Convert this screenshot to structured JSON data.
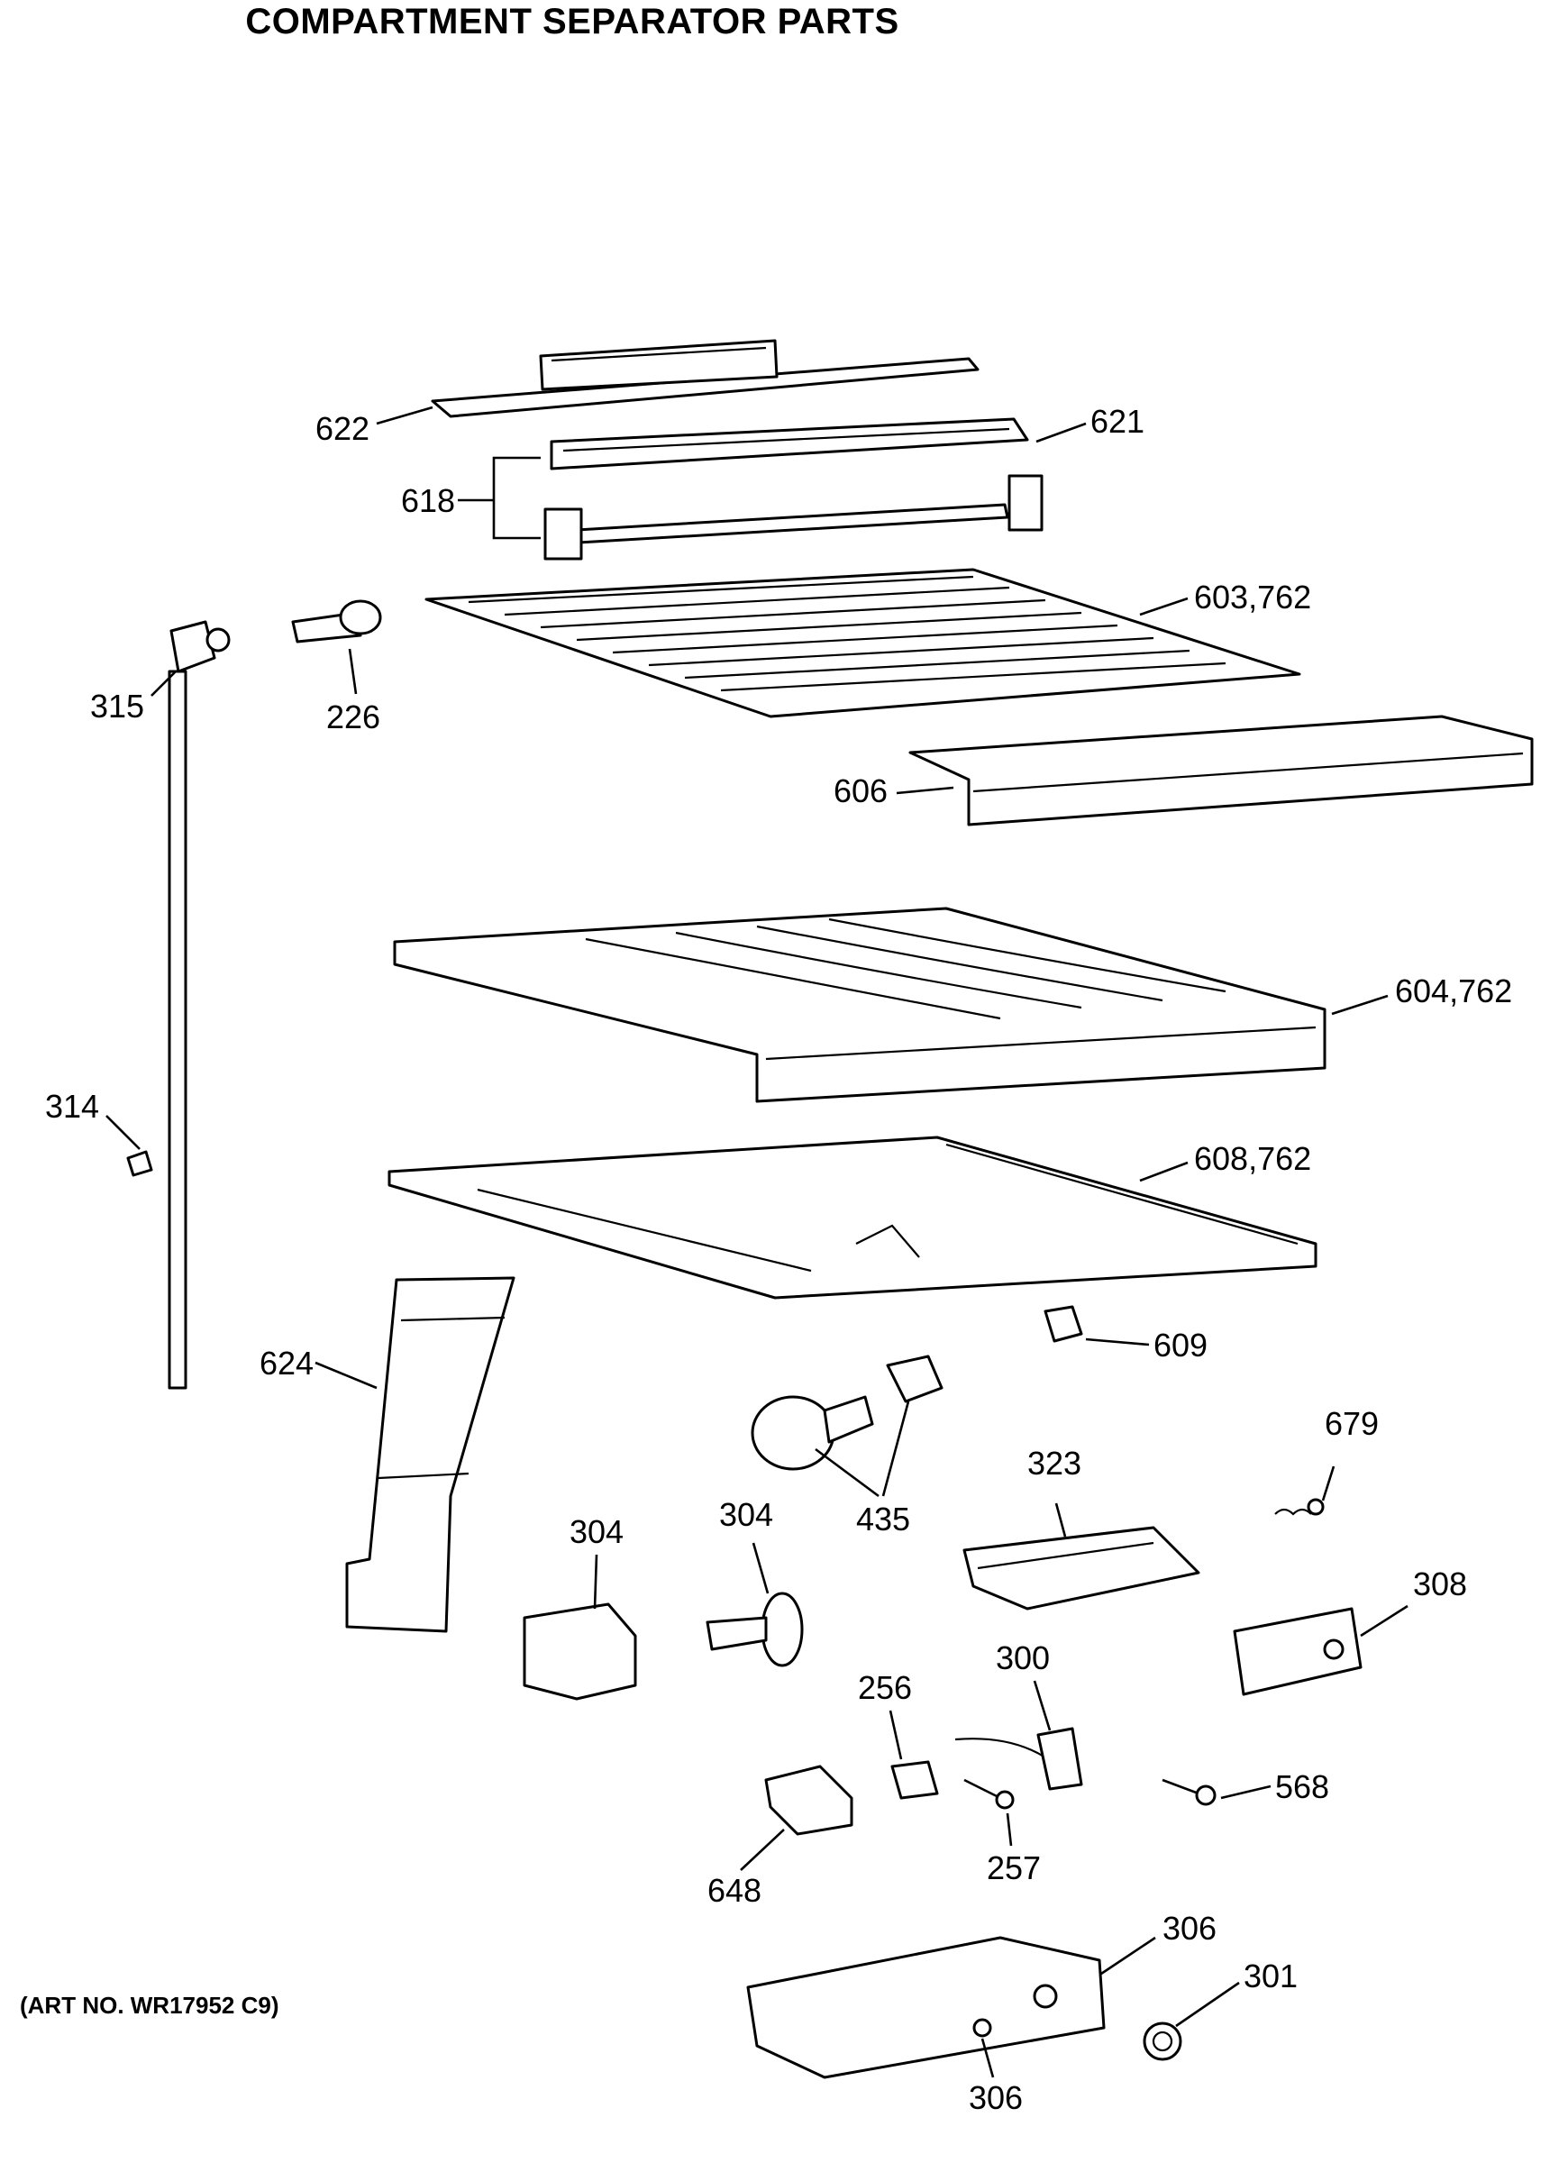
{
  "title": "COMPARTMENT SEPARATOR PARTS",
  "art_number": "(ART NO. WR17952 C9)",
  "callouts": [
    {
      "id": "c622",
      "text": "622"
    },
    {
      "id": "c621",
      "text": "621"
    },
    {
      "id": "c618",
      "text": "618"
    },
    {
      "id": "c603",
      "text": "603,762"
    },
    {
      "id": "c315",
      "text": "315"
    },
    {
      "id": "c226",
      "text": "226"
    },
    {
      "id": "c606",
      "text": "606"
    },
    {
      "id": "c604",
      "text": "604,762"
    },
    {
      "id": "c314",
      "text": "314"
    },
    {
      "id": "c608",
      "text": "608,762"
    },
    {
      "id": "c609",
      "text": "609"
    },
    {
      "id": "c624",
      "text": "624"
    },
    {
      "id": "c679",
      "text": "679"
    },
    {
      "id": "c323",
      "text": "323"
    },
    {
      "id": "c435",
      "text": "435"
    },
    {
      "id": "c304a",
      "text": "304"
    },
    {
      "id": "c304b",
      "text": "304"
    },
    {
      "id": "c308",
      "text": "308"
    },
    {
      "id": "c300",
      "text": "300"
    },
    {
      "id": "c256",
      "text": "256"
    },
    {
      "id": "c568",
      "text": "568"
    },
    {
      "id": "c257",
      "text": "257"
    },
    {
      "id": "c648",
      "text": "648"
    },
    {
      "id": "c306a",
      "text": "306"
    },
    {
      "id": "c301",
      "text": "301"
    },
    {
      "id": "c306b",
      "text": "306"
    }
  ]
}
